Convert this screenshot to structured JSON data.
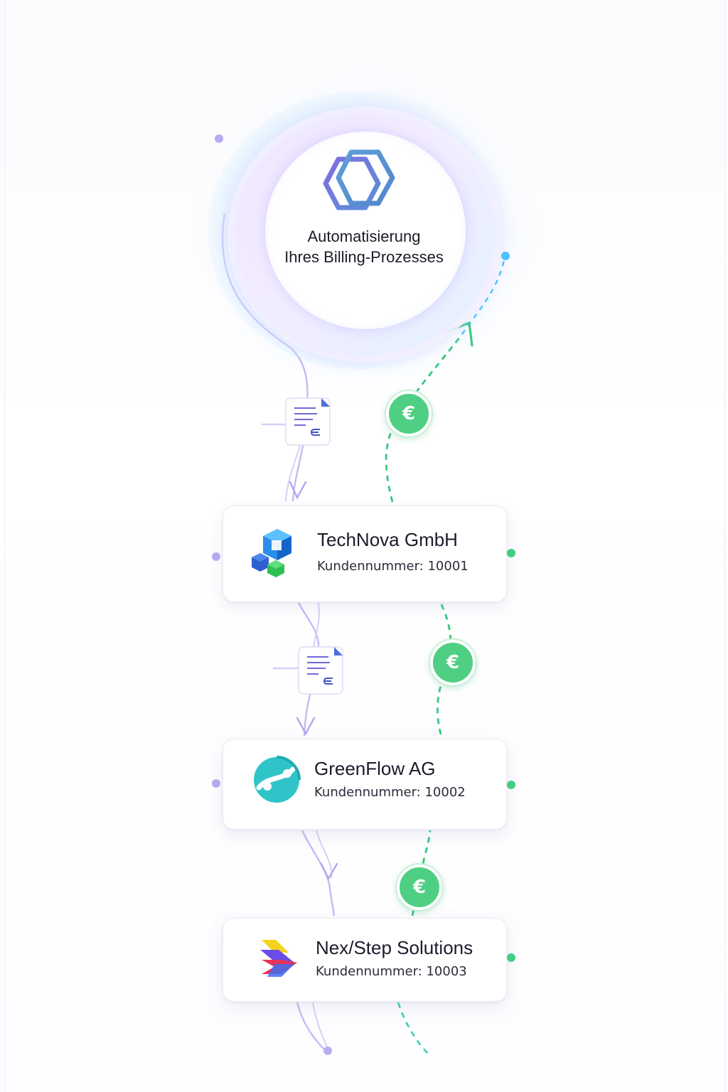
{
  "hub": {
    "title_line1": "Automatisierung",
    "title_line2": "Ihres Billing-Prozesses",
    "logo_icon": "double-hexagon-icon"
  },
  "customers": [
    {
      "name": "TechNova GmbH",
      "id_label": "Kundennummer:",
      "id_value": "10001",
      "logo_icon": "blue-cubes-icon"
    },
    {
      "name": "GreenFlow AG",
      "id_label": "Kundennummer:",
      "id_value": "10002",
      "logo_icon": "teal-circle-flow-icon"
    },
    {
      "name": "Nex/Step Solutions",
      "id_label": "Kundennummer:",
      "id_value": "10003",
      "logo_icon": "layered-arrows-icon"
    }
  ],
  "badges": {
    "payment_symbol": "€",
    "payment_icon": "euro-icon",
    "invoice_icon": "invoice-document-icon"
  },
  "colors": {
    "invoice_flow": "#b9aef2",
    "payment_flow": "#34c97c",
    "euro_badge": "#4fcf83",
    "hub_accent": "#7b6de3",
    "hub_accent_2": "#47a6d9",
    "text": "#1b1c2c"
  }
}
